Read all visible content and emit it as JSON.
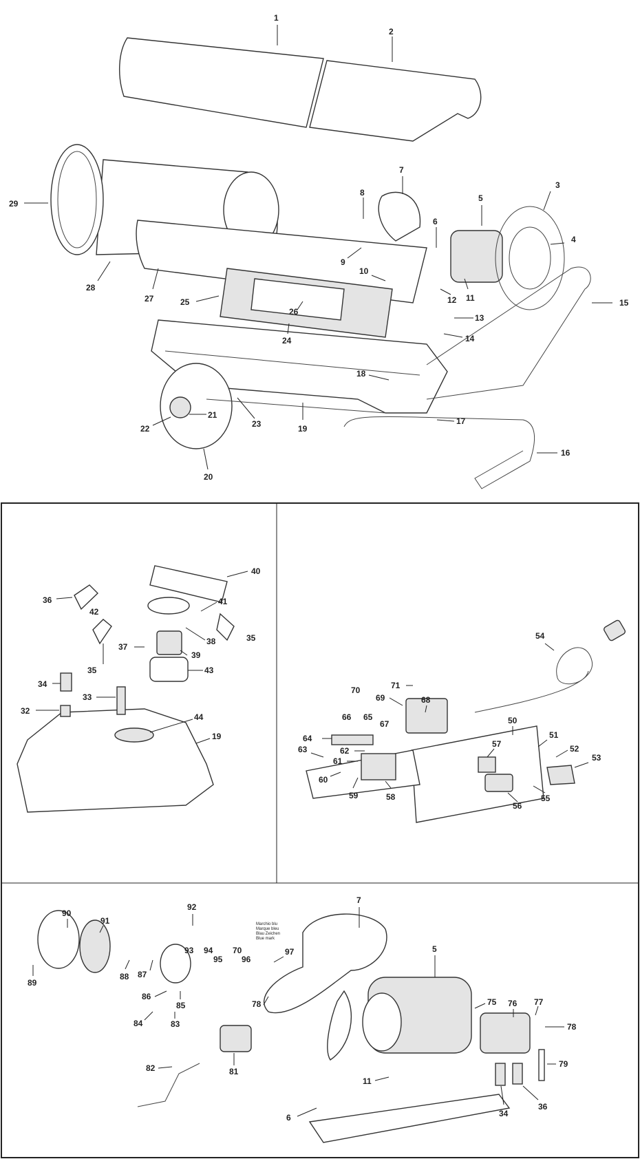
{
  "diagram": {
    "top": {
      "labels": [
        "1",
        "2",
        "3",
        "4",
        "5",
        "6",
        "7",
        "8",
        "9",
        "10",
        "11",
        "12",
        "13",
        "14",
        "15",
        "16",
        "17",
        "18",
        "19",
        "20",
        "21",
        "22",
        "23",
        "24",
        "25",
        "26",
        "27",
        "28",
        "29"
      ]
    },
    "fuel_panel": {
      "labels": [
        "40",
        "36",
        "42",
        "41",
        "37",
        "38",
        "35",
        "39",
        "35",
        "43",
        "34",
        "33",
        "32",
        "44",
        "19"
      ]
    },
    "electrical_panel": {
      "labels": [
        "54",
        "71",
        "70",
        "69",
        "68",
        "66",
        "65",
        "67",
        "50",
        "51",
        "64",
        "62",
        "63",
        "61",
        "57",
        "52",
        "53",
        "60",
        "59",
        "58",
        "55",
        "56"
      ]
    },
    "motor_panel": {
      "labels": [
        "7",
        "92",
        "90",
        "91",
        "89",
        "88",
        "87",
        "93",
        "94",
        "95",
        "70",
        "96",
        "97",
        "5",
        "86",
        "85",
        "84",
        "83",
        "82",
        "81",
        "78",
        "75",
        "76",
        "77",
        "78",
        "79",
        "11",
        "34",
        "36",
        "6"
      ],
      "note_lines": [
        "Marchio blu",
        "Marque bleu",
        "Blau Zeichen",
        "Blue mark"
      ]
    }
  }
}
